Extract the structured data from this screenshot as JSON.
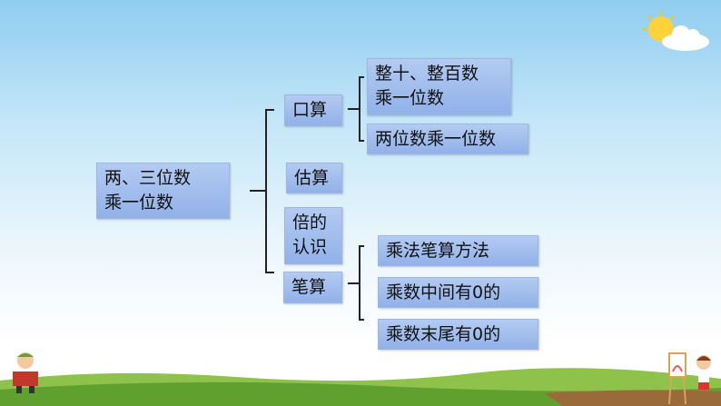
{
  "root": {
    "line1": "两、三位数",
    "line2": "乘一位数"
  },
  "branches": {
    "oral": "口算",
    "estimate": "估算",
    "multiple_line1": "倍的",
    "multiple_line2": "认识",
    "written": "笔算"
  },
  "oral_children": {
    "item1_line1": "整十、整百数",
    "item1_line2": "乘一位数",
    "item2": "两位数乘一位数"
  },
  "written_children": [
    "乘法笔算方法",
    "乘数中间有0的",
    "乘数末尾有0的"
  ]
}
